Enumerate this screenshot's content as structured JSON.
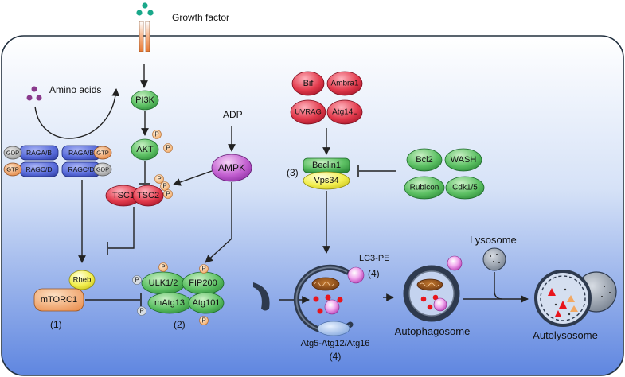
{
  "labels": {
    "growth_factor": "Growth factor",
    "amino_acids": "Amino acids",
    "adp": "ADP",
    "lysosome": "Lysosome",
    "autophagosome": "Autophagosome",
    "autolysosome": "Autolysosome",
    "lc3_pe": "LC3-PE",
    "atg_complex": "Atg5-Atg12/Atg16",
    "num_1": "(1)",
    "num_2": "(2)",
    "num_3": "(3)",
    "num_4a": "(4)",
    "num_4b": "(4)",
    "p": "P"
  },
  "rag": {
    "gdp": "GDP",
    "gtp": "GTP",
    "raga_b": "RAGA/B",
    "ragc_d": "RAGC/D"
  },
  "nodes": {
    "pi3k": "PI3K",
    "akt": "AKT",
    "ampk": "AMPK",
    "tsc1": "TSC1",
    "tsc2": "TSC2",
    "rheb": "Rheb",
    "mtorc1": "mTORC1",
    "ulk": "ULK1/2",
    "fip200": "FIP200",
    "matg13": "mAtg13",
    "atg101": "Atg101",
    "bif": "Bif",
    "ambra1": "Ambra1",
    "uvrag": "UVRAG",
    "atg14l": "Atg14L",
    "beclin1": "Beclin1",
    "vps34": "Vps34",
    "bcl2": "Bcl2",
    "wash": "WASH",
    "rubicon": "Rubicon",
    "cdk": "Cdk1/5"
  },
  "colors": {
    "green": "#4fb85a",
    "red": "#e0384a",
    "yellow": "#f3ef5a",
    "orange": "#f3a66b",
    "blue_node": "#4a5fc4",
    "membrane": "#2e3a4e"
  }
}
